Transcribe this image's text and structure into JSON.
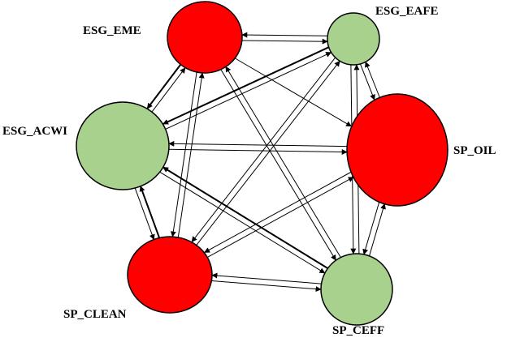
{
  "colors": {
    "red": "#ff0000",
    "green": "#a9d18e",
    "stroke": "#000000"
  },
  "nodes": [
    {
      "id": "ESG_EME",
      "label": "ESG_EME",
      "color": "red"
    },
    {
      "id": "ESG_EAFE",
      "label": "ESG_EAFE",
      "color": "green"
    },
    {
      "id": "ESG_ACWI",
      "label": "ESG_ACWI",
      "color": "green"
    },
    {
      "id": "SP_OIL",
      "label": "SP_OIL",
      "color": "red"
    },
    {
      "id": "SP_CLEAN",
      "label": "SP_CLEAN",
      "color": "red"
    },
    {
      "id": "SP_CEFF",
      "label": "SP_CEFF",
      "color": "green"
    }
  ],
  "edges": [
    {
      "from": "ESG_EAFE",
      "to": "ESG_EME"
    },
    {
      "from": "ESG_EME",
      "to": "ESG_EAFE"
    },
    {
      "from": "ESG_EME",
      "to": "ESG_ACWI",
      "bold": true
    },
    {
      "from": "ESG_ACWI",
      "to": "ESG_EME"
    },
    {
      "from": "ESG_EME",
      "to": "SP_OIL"
    },
    {
      "from": "ESG_EME",
      "to": "SP_CLEAN"
    },
    {
      "from": "SP_CLEAN",
      "to": "ESG_EME"
    },
    {
      "from": "ESG_EME",
      "to": "SP_CEFF"
    },
    {
      "from": "SP_CEFF",
      "to": "ESG_EME"
    },
    {
      "from": "ESG_EAFE",
      "to": "SP_OIL"
    },
    {
      "from": "SP_OIL",
      "to": "ESG_EAFE"
    },
    {
      "from": "ESG_EAFE",
      "to": "ESG_ACWI",
      "bold": true
    },
    {
      "from": "ESG_ACWI",
      "to": "ESG_EAFE"
    },
    {
      "from": "ESG_EAFE",
      "to": "SP_CLEAN"
    },
    {
      "from": "SP_CLEAN",
      "to": "ESG_EAFE"
    },
    {
      "from": "ESG_EAFE",
      "to": "SP_CEFF"
    },
    {
      "from": "SP_CEFF",
      "to": "ESG_EAFE"
    },
    {
      "from": "SP_OIL",
      "to": "ESG_ACWI"
    },
    {
      "from": "ESG_ACWI",
      "to": "SP_OIL"
    },
    {
      "from": "ESG_ACWI",
      "to": "SP_CLEAN"
    },
    {
      "from": "SP_CLEAN",
      "to": "ESG_ACWI",
      "bold": true
    },
    {
      "from": "SP_CEFF",
      "to": "ESG_ACWI",
      "bold": true
    },
    {
      "from": "ESG_ACWI",
      "to": "SP_CEFF"
    },
    {
      "from": "SP_OIL",
      "to": "SP_CLEAN"
    },
    {
      "from": "SP_CLEAN",
      "to": "SP_OIL"
    },
    {
      "from": "SP_OIL",
      "to": "SP_CEFF"
    },
    {
      "from": "SP_CEFF",
      "to": "SP_OIL"
    },
    {
      "from": "SP_CLEAN",
      "to": "SP_CEFF"
    },
    {
      "from": "SP_CEFF",
      "to": "SP_CLEAN"
    }
  ]
}
